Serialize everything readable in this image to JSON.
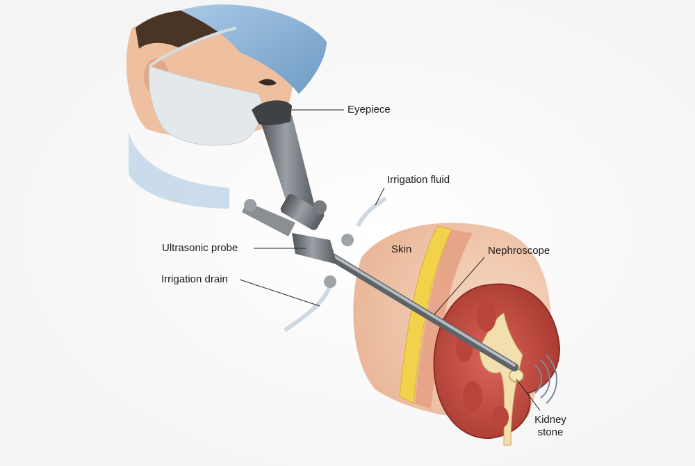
{
  "diagram": {
    "labels": {
      "eyepiece": "Eyepiece",
      "irrigation_fluid": "Irrigation fluid",
      "ultrasonic_probe": "Ultrasonic probe",
      "irrigation_drain": "Irrigation drain",
      "skin": "Skin",
      "nephroscope": "Nephroscope",
      "kidney_stone_line1": "Kidney",
      "kidney_stone_line2": "stone"
    }
  },
  "colors": {
    "surgical_cap": "#8fb6d8",
    "mask": "#dde3e6",
    "scope_metal": "#6f7479",
    "skin_tone": "#f0c3a6",
    "fat_layer": "#f2d24b",
    "kidney": "#c9504a",
    "kidney_pelvis": "#f3dfae"
  }
}
